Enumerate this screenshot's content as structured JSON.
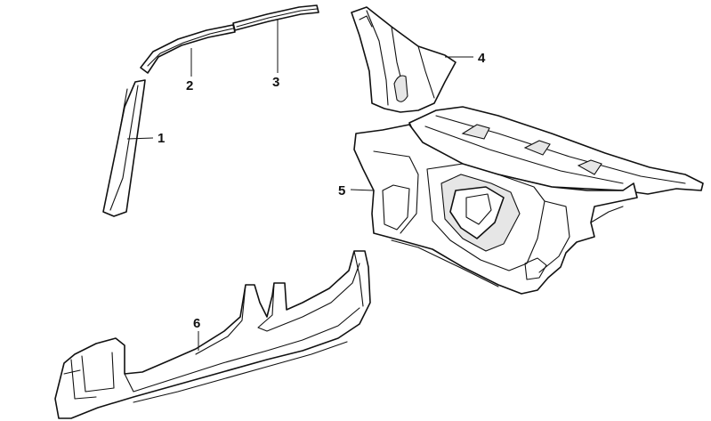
{
  "diagram": {
    "callouts": [
      {
        "id": "1",
        "label": "1"
      },
      {
        "id": "2",
        "label": "2"
      },
      {
        "id": "3",
        "label": "3"
      },
      {
        "id": "4",
        "label": "4"
      },
      {
        "id": "5",
        "label": "5"
      },
      {
        "id": "6",
        "label": "6"
      }
    ]
  },
  "colors": {
    "line": "#111111",
    "fill": "#ffffff",
    "shade": "#e6e6e6"
  }
}
